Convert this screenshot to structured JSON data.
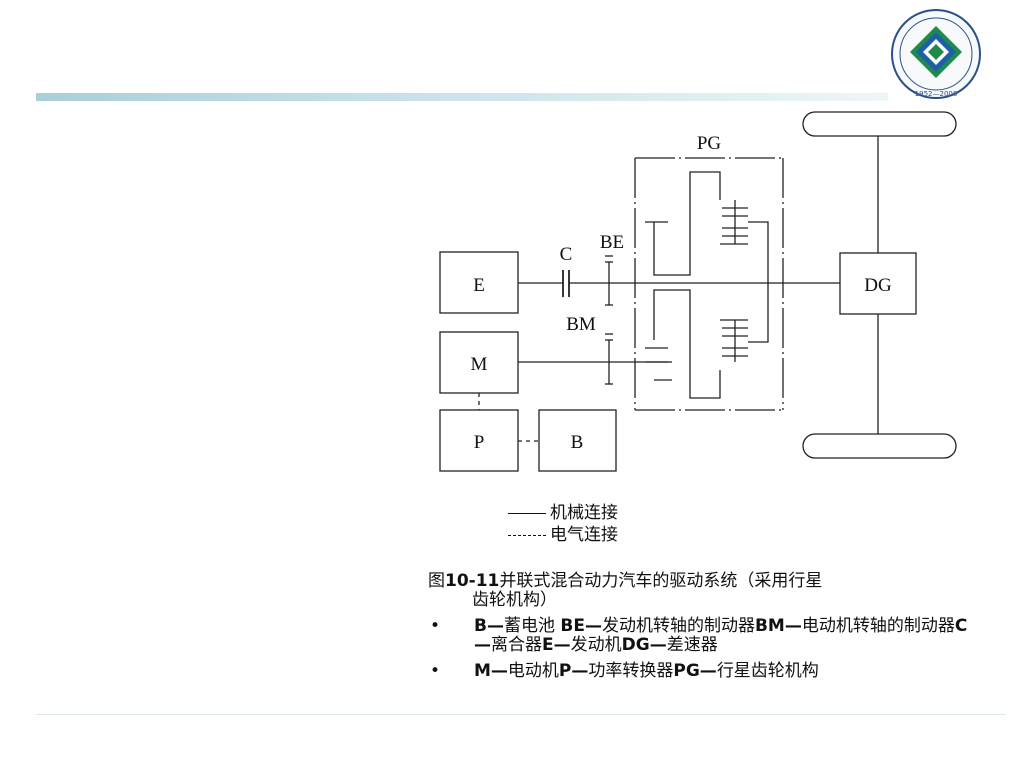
{
  "diagram": {
    "labels": {
      "engine": "E",
      "motor": "M",
      "power_converter": "P",
      "battery": "B",
      "differential": "DG",
      "clutch": "C",
      "engine_brake": "BE",
      "motor_brake": "BM",
      "planetary_gear": "PG"
    },
    "legend": {
      "mechanical": "机械连接",
      "electrical": "电气连接"
    }
  },
  "caption": {
    "title_prefix": "图",
    "title_number": "10-11",
    "title_text_1": "并联式混合动力汽车的驱动系统（采用行星",
    "title_text_2": "齿轮机构）"
  },
  "bullets": [
    {
      "marker": "•",
      "parts": [
        {
          "bold": true,
          "text": "B—"
        },
        {
          "bold": false,
          "text": "蓄电池 "
        },
        {
          "bold": true,
          "text": "BE—"
        },
        {
          "bold": false,
          "text": "发动机转轴的制动器"
        },
        {
          "bold": true,
          "text": "BM—"
        },
        {
          "bold": false,
          "text": "电动机转轴的制动器"
        },
        {
          "bold": true,
          "text": "C—"
        },
        {
          "bold": false,
          "text": "离合器"
        },
        {
          "bold": true,
          "text": "E—"
        },
        {
          "bold": false,
          "text": "发动机"
        },
        {
          "bold": true,
          "text": "DG—"
        },
        {
          "bold": false,
          "text": "差速器"
        }
      ]
    },
    {
      "marker": "•",
      "parts": [
        {
          "bold": true,
          "text": "M—"
        },
        {
          "bold": false,
          "text": "电动机"
        },
        {
          "bold": true,
          "text": "P—"
        },
        {
          "bold": false,
          "text": "功率转换器"
        },
        {
          "bold": true,
          "text": "PG—"
        },
        {
          "bold": false,
          "text": "行星齿轮机构"
        }
      ]
    }
  ],
  "logo": {
    "years": "1952—2008"
  },
  "colors": {
    "accent_bar": "#a9cfd9",
    "logo_green": "#1f8a4c",
    "logo_blue": "#1f5fa8"
  }
}
